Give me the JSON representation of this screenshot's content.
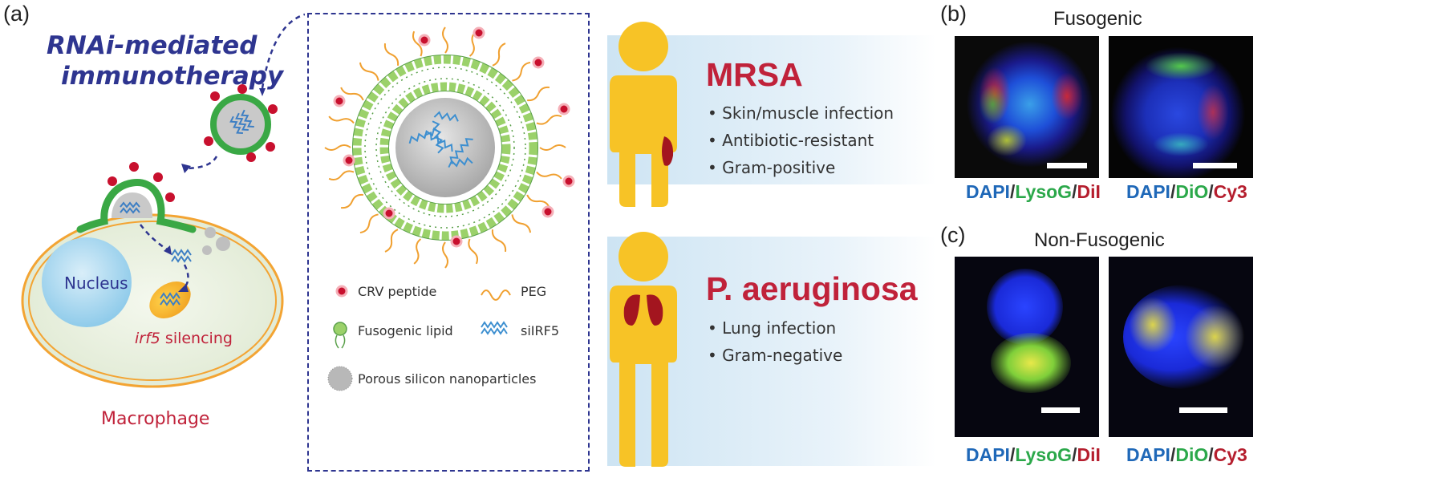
{
  "panels": {
    "a": "(a)",
    "b": "(b)",
    "c": "(c)"
  },
  "left": {
    "title_line1": "RNAi-mediated",
    "title_line2": "immunotherapy",
    "nucleus_label": "Nucleus",
    "silencing_gene": "irf5",
    "silencing_word": " silencing",
    "cell_label": "Macrophage"
  },
  "legend": {
    "crv": "CRV peptide",
    "peg": "PEG",
    "lipid": "Fusogenic lipid",
    "sirna": "siIRF5",
    "psi": "Porous silicon nanoparticles"
  },
  "infections": [
    {
      "name": "MRSA",
      "bullets": [
        "Skin/muscle infection",
        "Antibiotic-resistant",
        "Gram-positive"
      ]
    },
    {
      "name": "P. aeruginosa",
      "bullets": [
        "Lung infection",
        "Gram-negative"
      ]
    }
  ],
  "microscopy": {
    "b_title": "Fusogenic",
    "c_title": "Non-Fusogenic",
    "caption_left": {
      "dapi": "DAPI",
      "sep1": "/",
      "mid": "LysoG",
      "sep2": "/",
      "end": "DiI"
    },
    "caption_right": {
      "dapi": "DAPI",
      "sep1": "/",
      "mid": "DiO",
      "sep2": "/",
      "end": "Cy3"
    }
  },
  "colors": {
    "title_blue": "#2e3590",
    "disease_red": "#c0223a",
    "membrane_green": "#3aa845",
    "peptide_red": "#c8102e",
    "body_yellow": "#f7c326",
    "band_blue": "#d6e9f5"
  }
}
